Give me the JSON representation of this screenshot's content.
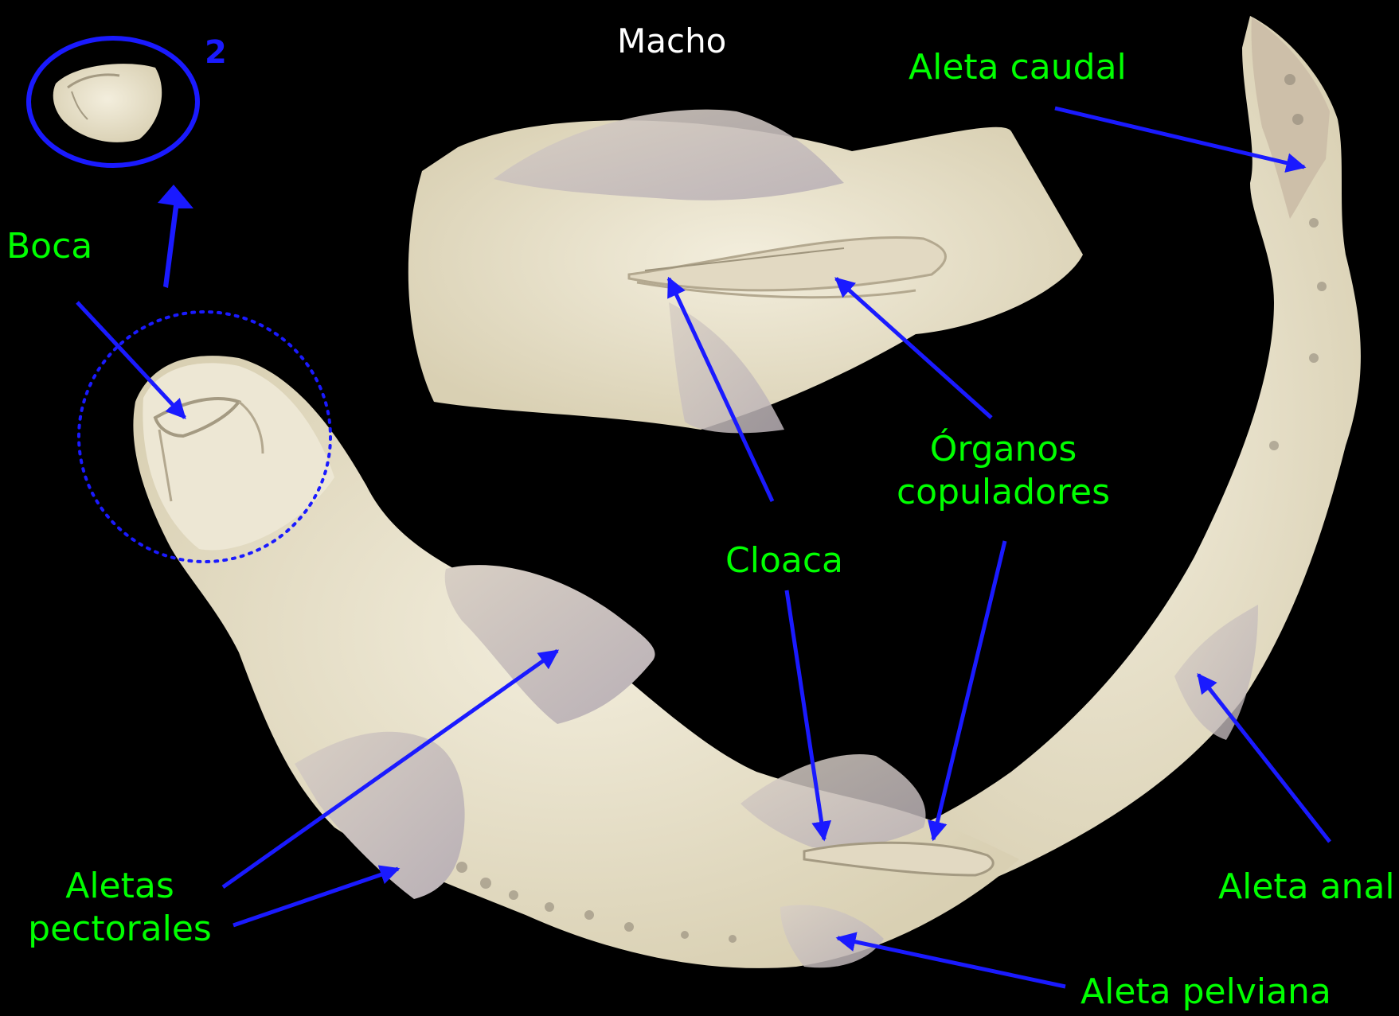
{
  "title": "Macho",
  "detail_marker": "2",
  "labels": {
    "aleta_caudal": "Aleta caudal",
    "boca": "Boca",
    "organos_line1": "Órganos",
    "organos_line2": "copuladores",
    "cloaca": "Cloaca",
    "aletas_pectorales_line1": "Aletas",
    "aletas_pectorales_line2": "pectorales",
    "aleta_anal": "Aleta anal",
    "aleta_pelviana": "Aleta pelviana"
  },
  "colors": {
    "background": "#000000",
    "label": "#00ff00",
    "title": "#ffffff",
    "annotation": "#1a1aff",
    "specimen": "#ebe4cc"
  }
}
